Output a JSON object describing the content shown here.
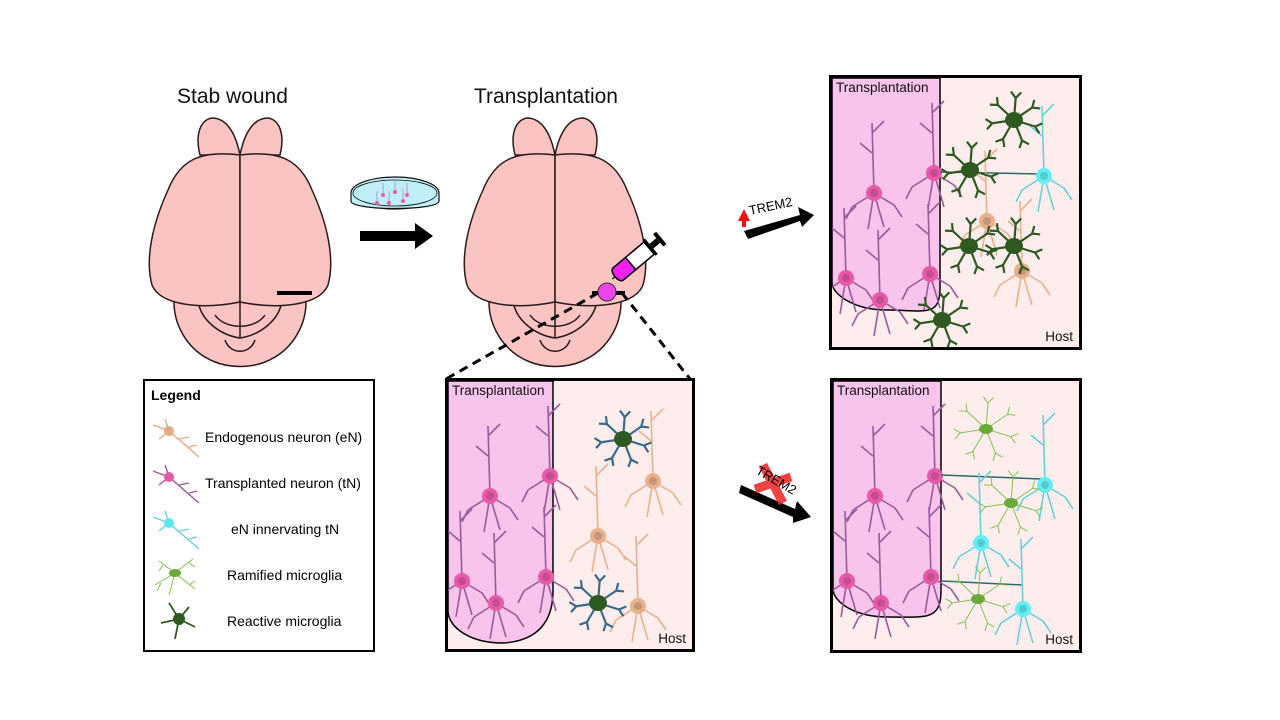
{
  "figure": {
    "titles": {
      "stab_wound": "Stab wound",
      "transplantation": "Transplantation"
    },
    "panels": {
      "zoom_panel": {
        "region_label": "Transplantation",
        "host_label": "Host"
      },
      "trem2_up_panel": {
        "region_label": "Transplantation",
        "host_label": "Host"
      },
      "trem2_ko_panel": {
        "region_label": "Transplantation",
        "host_label": "Host"
      }
    },
    "conditions": {
      "upregulated": {
        "label": "TREM2",
        "indicator": "up-arrow-icon"
      },
      "knockout": {
        "label": "TREM2",
        "indicator": "red-x-icon"
      }
    },
    "legend": {
      "title": "Legend",
      "items": [
        {
          "label": "Endogenous neuron (eN)",
          "icon": "endogenous-neuron-icon",
          "color": "#e8a882"
        },
        {
          "label": "Transplanted neuron (tN)",
          "icon": "transplanted-neuron-icon",
          "color": "#e85aa8"
        },
        {
          "label": "eN innervating tN",
          "icon": "innervating-neuron-icon",
          "color": "#5ee8ee"
        },
        {
          "label": "Ramified microglia",
          "icon": "ramified-microglia-icon",
          "color": "#7ec050"
        },
        {
          "label": "Reactive microglia",
          "icon": "reactive-microglia-icon",
          "color": "#2e5a22"
        }
      ]
    },
    "colors": {
      "brain_fill": "#f9c4c2",
      "transplant_region": "#f8c4ec",
      "host_region": "#fdeeed",
      "transplanted_neuron": "#e85aa8",
      "transplanted_dendrite": "#9a5a9a",
      "endogenous_neuron": "#e8b08c",
      "innervating_neuron": "#62eef2",
      "reactive_microglia_body": "#2e5a22",
      "reactive_microglia_zoom_processes": "#3a6a8a",
      "ramified_microglia": "#82c050",
      "syringe_fill": "#ee22ee",
      "trem2_up": "#ee1111",
      "trem2_x": "#ee2222"
    }
  }
}
